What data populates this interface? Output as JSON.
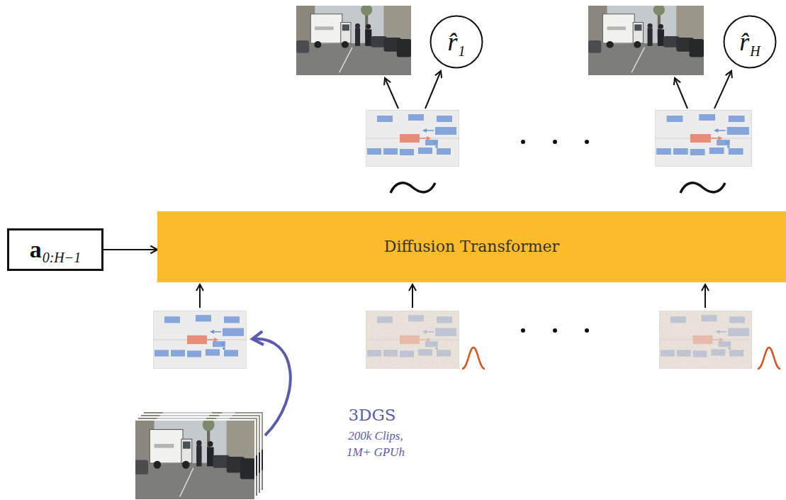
{
  "diagram": {
    "nodes": [
      {
        "text": [
          "r̂",
          "1"
        ]
      },
      {
        "text": [
          "r̂",
          "H"
        ]
      },
      {
        "text": [
          "a",
          "0:H−1"
        ]
      },
      {
        "text": [
          "Diffusion Transformer"
        ]
      }
    ],
    "edges": [
      {
        "from": 2,
        "to": 3,
        "arrow": "to"
      }
    ],
    "labels": [
      "3DGS",
      "200k Clips, 1M+ GPUh"
    ]
  }
}
